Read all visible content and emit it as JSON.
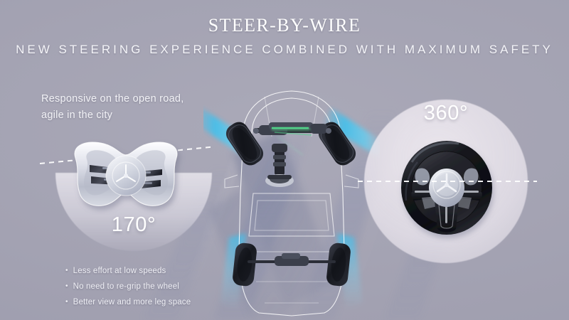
{
  "page": {
    "background_color": "#a5a4b4",
    "accent_color": "#35c3f3",
    "text_color": "#f3f3f7"
  },
  "header": {
    "title": "STEER-BY-WIRE",
    "subtitle": "NEW STEERING EXPERIENCE COMBINED WITH MAXIMUM SAFETY"
  },
  "lead": {
    "line1": "Responsive on the open road,",
    "line2": "agile in the city"
  },
  "left_panel": {
    "angle_label": "170°",
    "component_name": "steering-yoke",
    "emblem": "mercedes-star-emblem"
  },
  "right_panel": {
    "angle_label": "360°",
    "component_name": "conventional-steering-wheel",
    "emblem": "mercedes-star-emblem"
  },
  "bullets": {
    "marker": "•",
    "items": [
      "Less effort at low speeds",
      "No need to re-grip the wheel",
      "Better view and more leg space"
    ]
  },
  "diagram": {
    "name": "car-top-view-wireframe",
    "front_axle": "steered-front-wheels",
    "rear_axle": "steered-rear-wheels",
    "steering_rack": "steer-by-wire-rack",
    "beam_color": "#35c3f3",
    "rack_highlight_color": "#4fd98a"
  }
}
